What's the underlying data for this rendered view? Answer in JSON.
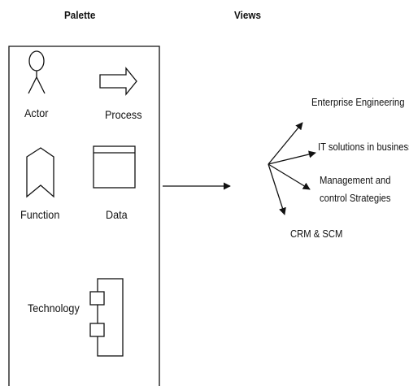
{
  "headers": {
    "palette": "Palette",
    "views": "Views"
  },
  "palette": {
    "actor": {
      "label": "Actor",
      "icon": "actor-stick-figure-icon"
    },
    "process": {
      "label": "Process",
      "icon": "right-arrow-icon"
    },
    "function": {
      "label": "Function",
      "icon": "function-chevron-icon"
    },
    "data": {
      "label": "Data",
      "icon": "data-table-icon"
    },
    "technology": {
      "label": "Technology",
      "icon": "component-icon"
    }
  },
  "views": {
    "enterprise_engineering": "Enterprise Engineering",
    "it_solutions": "IT solutions in business",
    "management_line1": "Management and",
    "management_line2": "control Strategies",
    "crm_scm": "CRM & SCM"
  },
  "colors": {
    "stroke": "#111111",
    "background": "#ffffff"
  }
}
